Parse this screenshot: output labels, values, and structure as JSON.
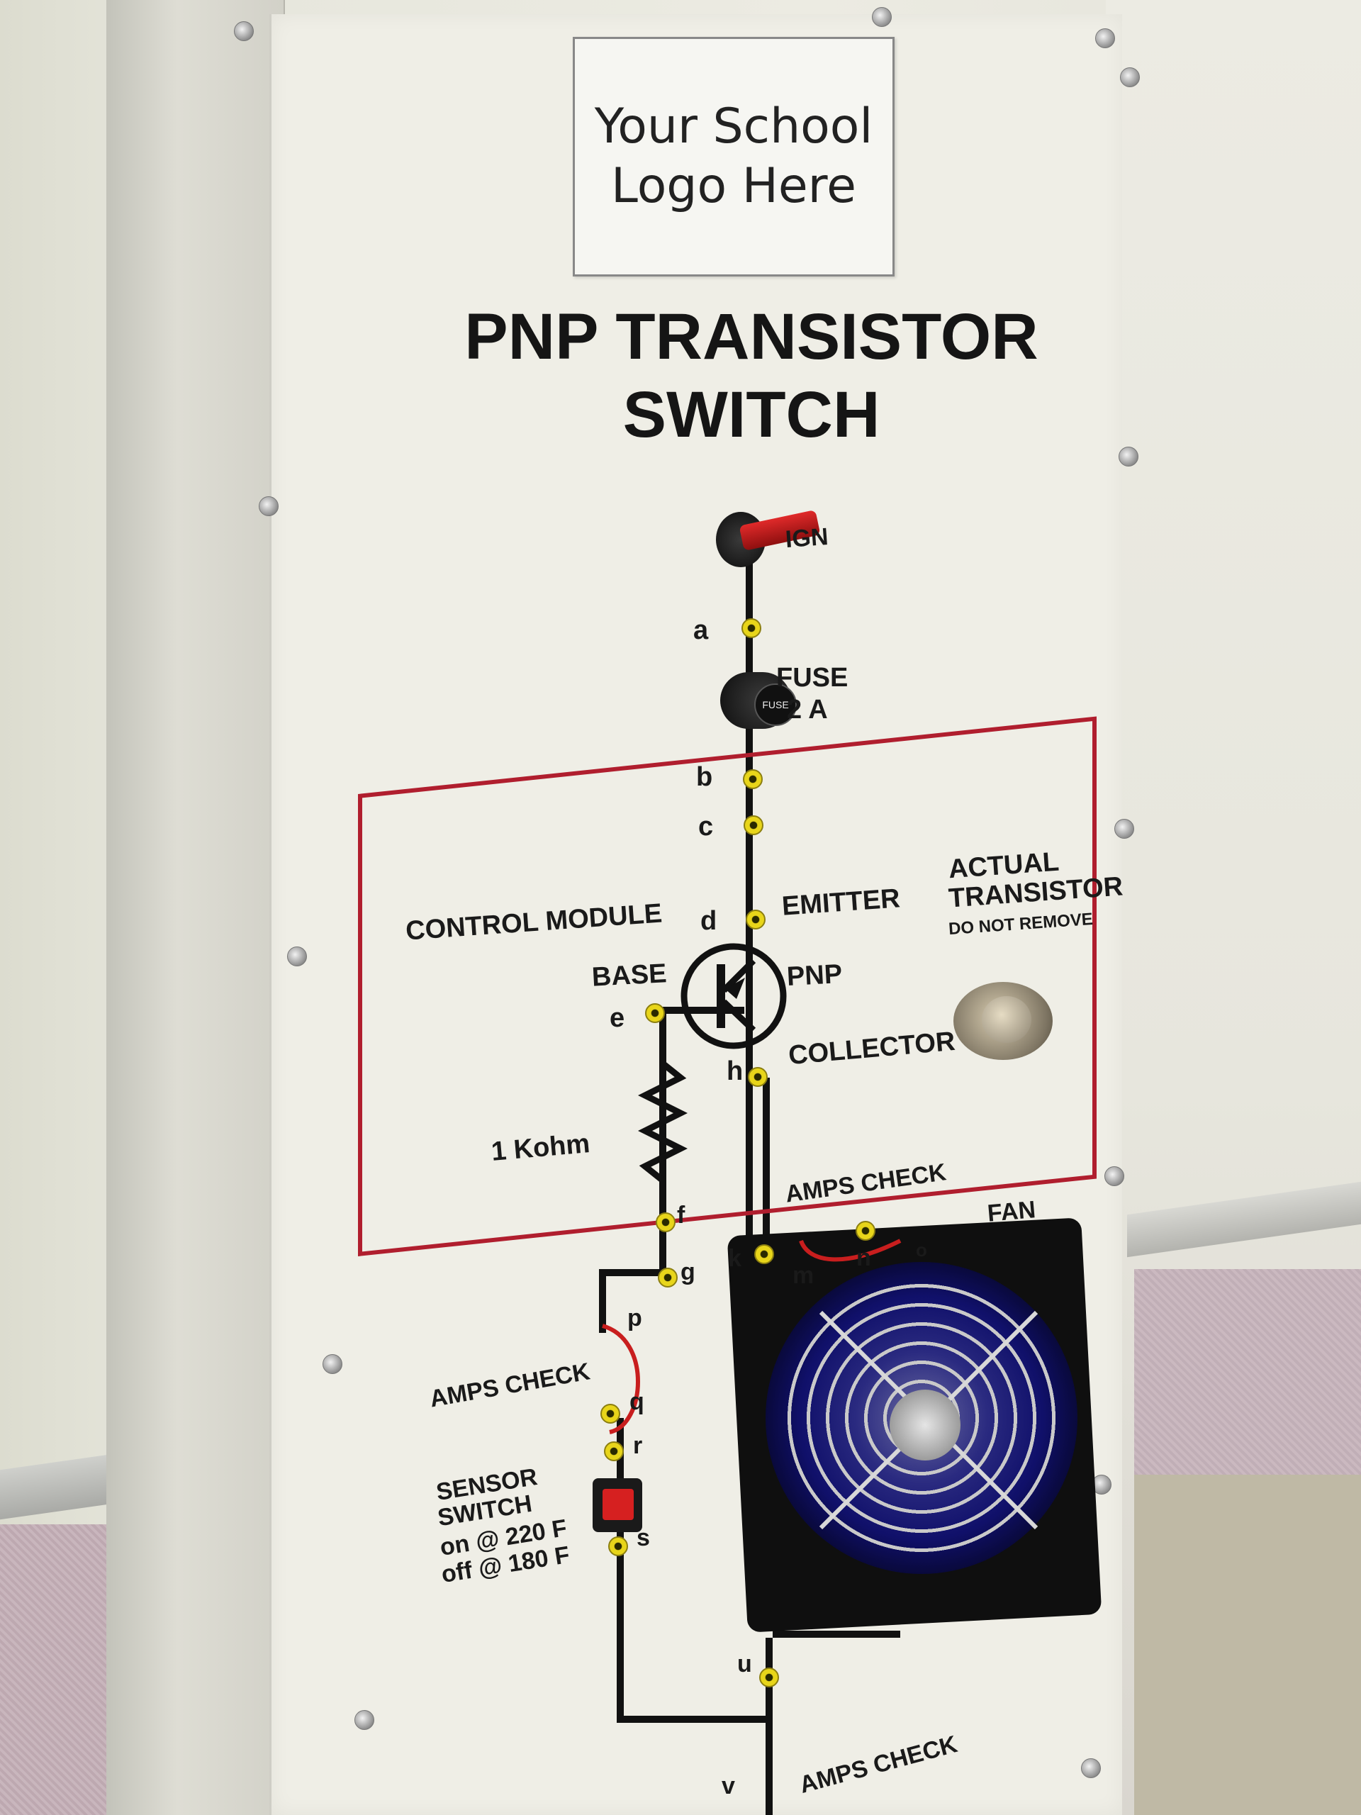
{
  "logo": {
    "line1": "Your  School",
    "line2": "Logo Here"
  },
  "title": {
    "line1": "PNP TRANSISTOR",
    "line2": "SWITCH"
  },
  "labels": {
    "ign": "IGN",
    "fuse": "FUSE",
    "fuse_rating": "2 A",
    "fuse_cap": "FUSE",
    "control_module": "CONTROL MODULE",
    "emitter": "EMITTER",
    "base": "BASE",
    "pnp": "PNP",
    "collector": "COLLECTOR",
    "actual_transistor_1": "ACTUAL",
    "actual_transistor_2": "TRANSISTOR",
    "do_not_remove": "DO NOT REMOVE",
    "resistor": "1 Kohm",
    "amps_check_1": "AMPS CHECK",
    "fan": "FAN",
    "amps_check_2": "AMPS CHECK",
    "sensor_1": "SENSOR",
    "sensor_2": "SWITCH",
    "sensor_3": "on @ 220  F",
    "sensor_4": "off @ 180  F",
    "amps_check_3": "AMPS CHECK"
  },
  "points": {
    "a": "a",
    "b": "b",
    "c": "c",
    "d": "d",
    "e": "e",
    "h": "h",
    "f": "f",
    "g": "g",
    "k": "k",
    "m": "m",
    "n": "n",
    "o": "o",
    "p": "p",
    "q": "q",
    "r": "r",
    "s": "s",
    "u": "u",
    "v": "v"
  },
  "colors": {
    "border": "#b01e2e",
    "jack": "#e8d51a",
    "wire": "#111111",
    "test_lead": "#c81e1e"
  }
}
